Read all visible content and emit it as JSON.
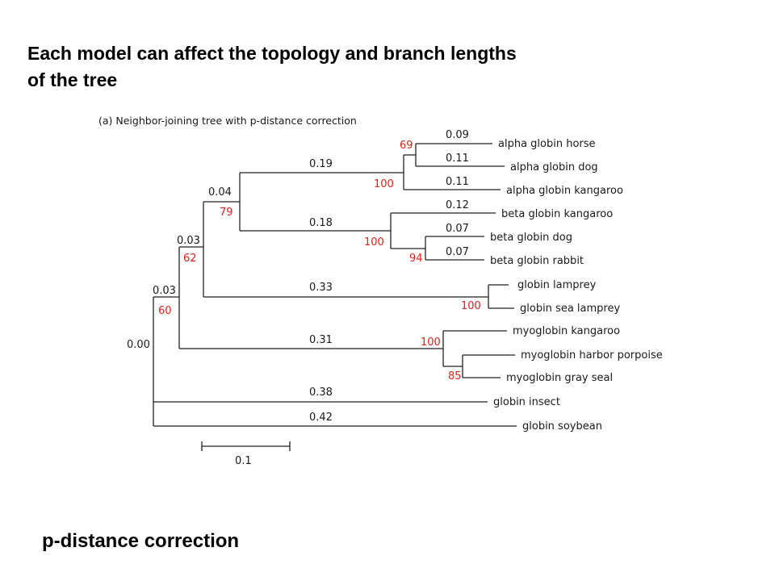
{
  "slide": {
    "heading_line1": "Each model can affect the topology and branch lengths",
    "heading_line2": "of the tree",
    "footer": "p-distance correction"
  },
  "tree": {
    "title": "(a) Neighbor-joining tree with p-distance correction",
    "bootstrap_color": "#e8201c",
    "text_color": "#1a1a1a",
    "leaves": {
      "alpha_horse": "alpha globin horse",
      "alpha_dog": "alpha globin dog",
      "alpha_kangaroo": "alpha globin kangaroo",
      "beta_kangaroo": "beta globin kangaroo",
      "beta_dog": "beta globin dog",
      "beta_rabbit": "beta globin rabbit",
      "lamprey": "globin lamprey",
      "sea_lamprey": "globin sea lamprey",
      "myo_kangaroo": "myoglobin kangaroo",
      "myo_porpoise": "myoglobin harbor porpoise",
      "myo_seal": "myoglobin gray seal",
      "insect": "globin insect",
      "soybean": "globin soybean"
    },
    "branch_lengths": {
      "root": "0.00",
      "n60": "0.03",
      "n62": "0.03",
      "n79": "0.04",
      "alpha_clade": "0.19",
      "beta_clade": "0.18",
      "lamprey_clade": "0.33",
      "myo_clade": "0.31",
      "insect": "0.38",
      "soybean": "0.42",
      "alpha_horse": "0.09",
      "alpha_dog": "0.11",
      "alpha_kangaroo": "0.11",
      "beta_kangaroo": "0.12",
      "beta_dog": "0.07",
      "beta_rabbit": "0.07"
    },
    "bootstrap": {
      "b69": "69",
      "b100_alpha": "100",
      "b79": "79",
      "b100_beta": "100",
      "b94": "94",
      "b62": "62",
      "b100_lamprey": "100",
      "b60": "60",
      "b100_myo": "100",
      "b85": "85"
    },
    "scale_bar": {
      "label": "0.1"
    }
  }
}
